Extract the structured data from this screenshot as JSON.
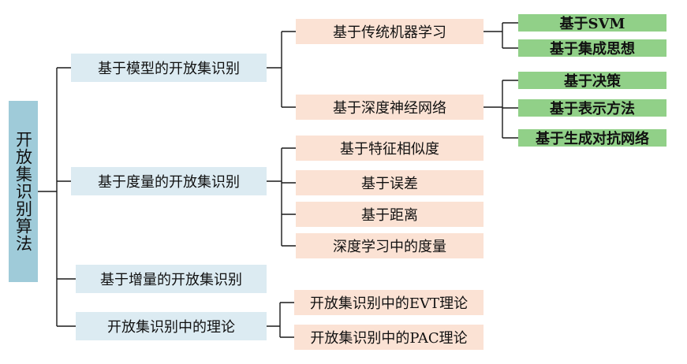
{
  "root": {
    "label": "开放集识别算法"
  },
  "branches": [
    {
      "label": "基于模型的开放集识别",
      "children": [
        {
          "label": "基于传统机器学习",
          "children": [
            "基于SVM",
            "基于集成思想"
          ]
        },
        {
          "label": "基于深度神经网络",
          "children": [
            "基于决策",
            "基于表示方法",
            "基于生成对抗网络"
          ]
        }
      ]
    },
    {
      "label": "基于度量的开放集识别",
      "children": [
        {
          "label": "基于特征相似度"
        },
        {
          "label": "基于误差"
        },
        {
          "label": "基于距离"
        },
        {
          "label": "深度学习中的度量"
        }
      ]
    },
    {
      "label": "基于增量的开放集识别"
    },
    {
      "label": "开放集识别中的理论",
      "children": [
        {
          "label": "开放集识别中的EVT理论"
        },
        {
          "label": "开放集识别中的PAC理论"
        }
      ]
    }
  ],
  "colors": {
    "root_fill": "#9fcbd9",
    "level1_fill": "#dcebf2",
    "level2_fill": "#fbe2d4",
    "level3_fill": "#91d088",
    "connector": "#1a1a1a"
  }
}
